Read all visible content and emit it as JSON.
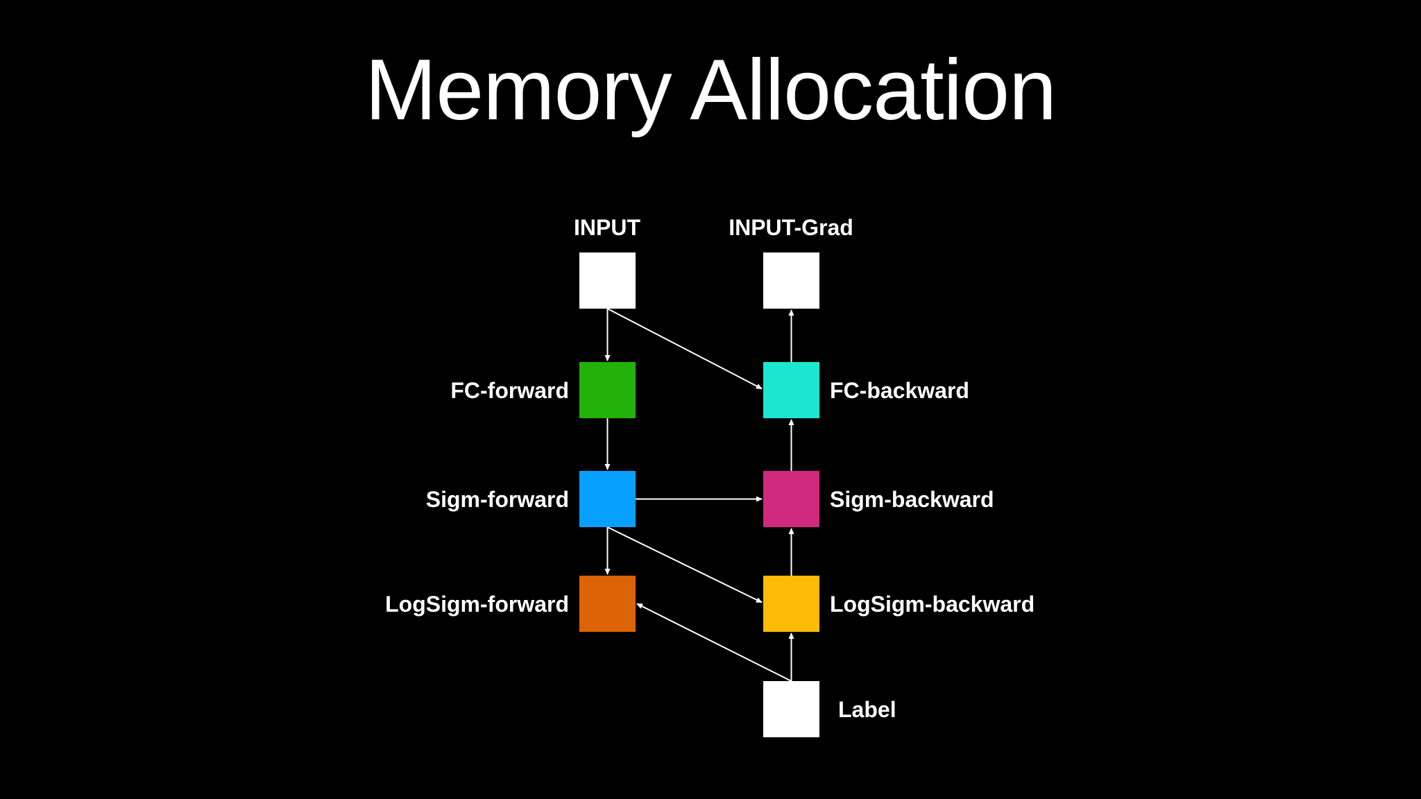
{
  "slide": {
    "title": "Memory Allocation"
  },
  "nodes": {
    "input": {
      "label": "INPUT",
      "color": "#ffffff"
    },
    "input_grad": {
      "label": "INPUT-Grad",
      "color": "#ffffff"
    },
    "fc_forward": {
      "label": "FC-forward",
      "color": "#22b20a"
    },
    "fc_backward": {
      "label": "FC-backward",
      "color": "#1de6d0"
    },
    "sigm_forward": {
      "label": "Sigm-forward",
      "color": "#08a0ff"
    },
    "sigm_backward": {
      "label": "Sigm-backward",
      "color": "#d0297e"
    },
    "logsigm_forward": {
      "label": "LogSigm-forward",
      "color": "#dc6406"
    },
    "logsigm_backward": {
      "label": "LogSigm-backward",
      "color": "#fbbb06"
    },
    "label": {
      "label": "Label",
      "color": "#ffffff"
    }
  },
  "edges": [
    {
      "from": "input",
      "to": "fc_forward"
    },
    {
      "from": "input",
      "to": "fc_backward"
    },
    {
      "from": "fc_forward",
      "to": "sigm_forward"
    },
    {
      "from": "sigm_forward",
      "to": "sigm_backward"
    },
    {
      "from": "sigm_forward",
      "to": "logsigm_forward"
    },
    {
      "from": "sigm_forward",
      "to": "logsigm_backward"
    },
    {
      "from": "fc_backward",
      "to": "input_grad"
    },
    {
      "from": "sigm_backward",
      "to": "fc_backward"
    },
    {
      "from": "logsigm_backward",
      "to": "sigm_backward"
    },
    {
      "from": "label",
      "to": "logsigm_backward"
    },
    {
      "from": "label",
      "to": "logsigm_forward"
    }
  ]
}
